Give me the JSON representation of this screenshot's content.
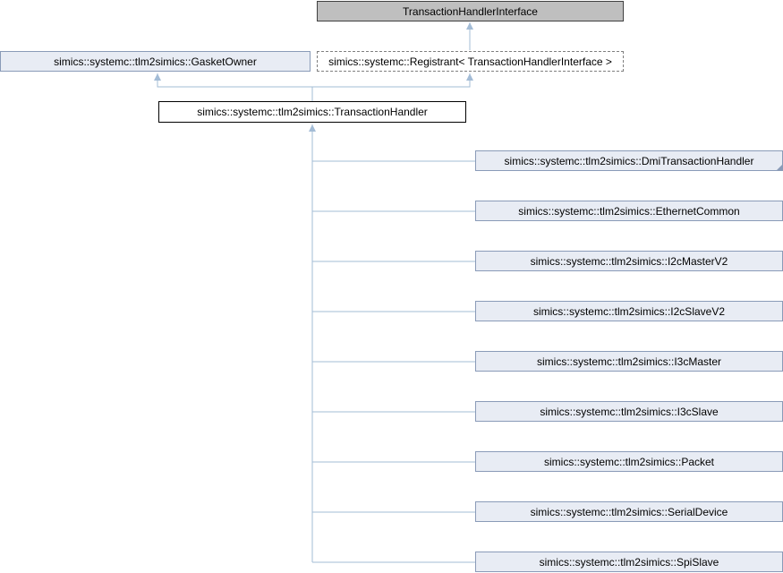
{
  "diagram": {
    "colors": {
      "edge": "#a3bcd6",
      "root_fill": "#bfbfbf",
      "class_fill": "#e8ecf4",
      "focus_fill": "#ffffff"
    },
    "nodes": {
      "transaction_handler_interface": "TransactionHandlerInterface",
      "gasket_owner": "simics::systemc::tlm2simics::GasketOwner",
      "registrant": "simics::systemc::Registrant< TransactionHandlerInterface >",
      "transaction_handler": "simics::systemc::tlm2simics::TransactionHandler",
      "subclasses": [
        "simics::systemc::tlm2simics::DmiTransactionHandler",
        "simics::systemc::tlm2simics::EthernetCommon",
        "simics::systemc::tlm2simics::I2cMasterV2",
        "simics::systemc::tlm2simics::I2cSlaveV2",
        "simics::systemc::tlm2simics::I3cMaster",
        "simics::systemc::tlm2simics::I3cSlave",
        "simics::systemc::tlm2simics::Packet",
        "simics::systemc::tlm2simics::SerialDevice",
        "simics::systemc::tlm2simics::SpiSlave"
      ]
    }
  }
}
